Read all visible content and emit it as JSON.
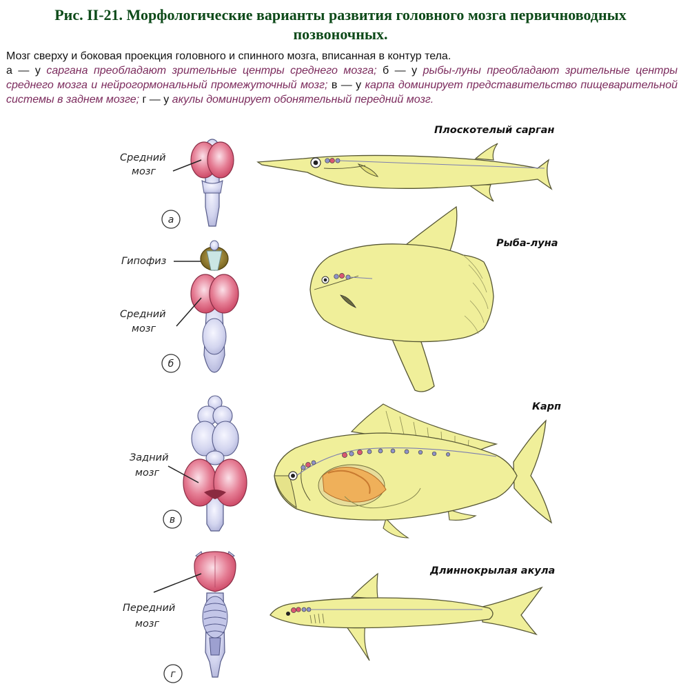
{
  "title": {
    "line1": "Рис. II-21. Морфологические варианты развития головного мозга первичноводных",
    "line2": "позвоночных."
  },
  "caption": {
    "intro": "Мозг сверху и боковая проекция головного и спинного мозга, вписанная в контур тела.",
    "a_letter": "а — у ",
    "a_text": "саргана преобладают зрительные центры среднего мозга;",
    "b_letter": " б — у ",
    "b_text": "рыбы-луны преобладают зрительные центры среднего мозга и нейрогормональный промежуточный мозг;",
    "c_letter": " в — у ",
    "c_text": "карпа доминирует представительство пищеварительной системы в заднем мозге;",
    "d_letter": " г — у ",
    "d_text": "акулы доминирует обонятельный передний мозг."
  },
  "panels": [
    {
      "letter": "а",
      "fish": "Плоскотелый сарган",
      "labels": [
        "Средний",
        "мозг"
      ]
    },
    {
      "letter": "б",
      "fish": "Рыба-луна",
      "labels": [
        "Гипофиз",
        "Средний",
        "мозг"
      ]
    },
    {
      "letter": "в",
      "fish": "Карп",
      "labels": [
        "Задний",
        "мозг"
      ]
    },
    {
      "letter": "г",
      "fish": "Длиннокрылая акула",
      "labels": [
        "Передний",
        "мозг"
      ]
    }
  ],
  "colors": {
    "fish_fill": "#f0ef9a",
    "fish_stroke": "#555533",
    "brain_red": "#e06680",
    "brain_lavender": "#d2d4ee",
    "pituitary": "#8f7a2a",
    "title_green": "#0d4a19",
    "caption_magenta": "#7b2a5c"
  }
}
